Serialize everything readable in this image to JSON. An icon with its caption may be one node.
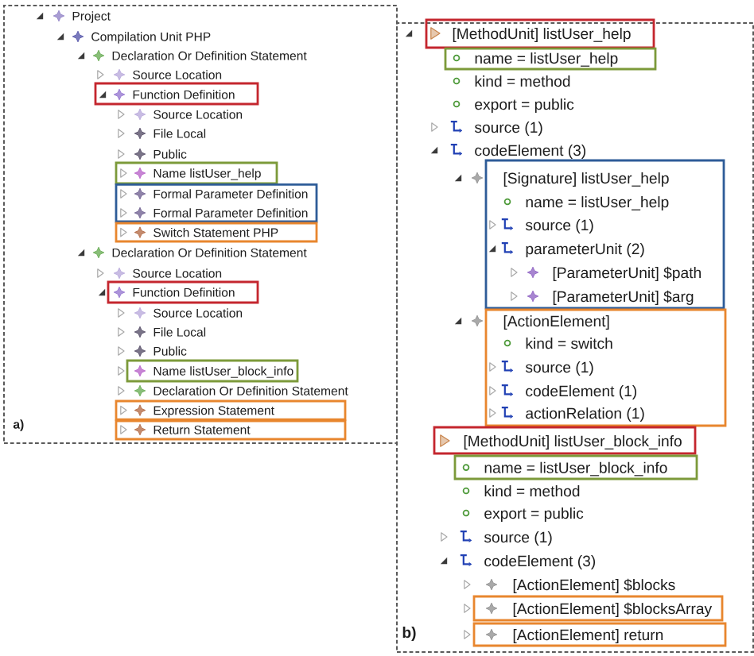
{
  "diagram": {
    "nodes": [
      {
        "text": [
          "a)"
        ]
      },
      {
        "text": [
          "Function Definition"
        ],
        "in": 0
      },
      {
        "text": [
          "Name listUser_help"
        ],
        "in": 0
      },
      {
        "text": [
          "Formal Parameter Definition",
          "Formal Parameter Definition"
        ],
        "in": 0
      },
      {
        "text": [
          "Switch Statement PHP"
        ],
        "in": 0
      },
      {
        "text": [
          "Function Definition"
        ],
        "in": 0
      },
      {
        "text": [
          "Name listUser_block_info"
        ],
        "in": 0
      },
      {
        "text": [
          "Expression Statement"
        ],
        "in": 0
      },
      {
        "text": [
          "Return Statement"
        ],
        "in": 0
      },
      {
        "text": [
          "b)"
        ]
      },
      {
        "text": [
          "[MethodUnit] listUser_help"
        ],
        "in": 9
      },
      {
        "text": [
          "name = listUser_help"
        ],
        "in": 9
      },
      {
        "text": [
          "[Signature] listUser_help",
          "name = listUser_help",
          "source (1)",
          "parameterUnit (2)",
          "[ParameterUnit] $path",
          "[ParameterUnit] $arg"
        ],
        "in": 9
      },
      {
        "text": [
          "[ActionElement]",
          "kind = switch",
          "source (1)",
          "codeElement (1)",
          "actionRelation (1)"
        ],
        "in": 9
      },
      {
        "text": [
          "[MethodUnit] listUser_block_info"
        ],
        "in": 9
      },
      {
        "text": [
          "name = listUser_block_info"
        ],
        "in": 9
      },
      {
        "text": [
          "[ActionElement] $blocksArray"
        ],
        "in": 9
      },
      {
        "text": [
          "[ActionElement] return"
        ],
        "in": 9
      }
    ],
    "labels": [
      "Project",
      "Compilation Unit PHP",
      "Declaration Or Definition Statement",
      "Source Location",
      "Source Location",
      "File Local",
      "Public",
      "Declaration Or Definition Statement",
      "Source Location",
      "Source Location",
      "File Local",
      "Public",
      "Declaration Or Definition Statement",
      "kind = method",
      "export = public",
      "source (1)",
      "codeElement (3)",
      "kind = method",
      "export = public",
      "source (1)",
      "codeElement (3)",
      "[ActionElement] $blocks"
    ]
  }
}
